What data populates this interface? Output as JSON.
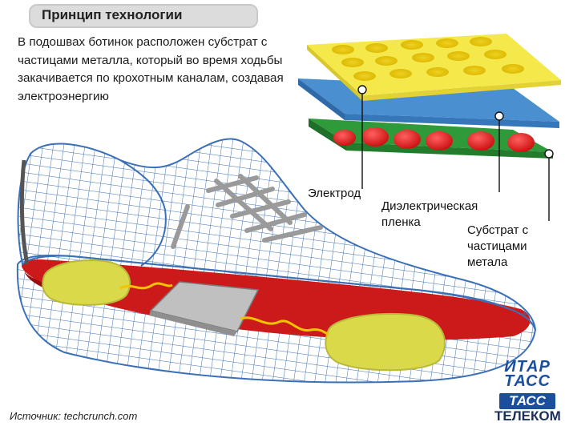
{
  "title": "Принцип технологии",
  "intro": "В подошвах ботинок расположен субстрат с частицами металла, который во время ходьбы закачивается по крохотным каналам, создавая электроэнергию",
  "labels": {
    "electrode": "Электрод",
    "dielectric": "Диэлектрическая пленка",
    "substrate": "Субстрат с частицами метала"
  },
  "source": "Источник: techcrunch.com",
  "logo": {
    "line1": "ИТАР",
    "line2": "ТАСС",
    "line3": "ТАСС",
    "line4": "ТЕЛЕКОМ"
  },
  "colors": {
    "mesh": "#3b6fb6",
    "insole": "#cc1a1a",
    "pad": "#d9d94a",
    "electrode": "#f5e84a",
    "film": "#4a8fd0",
    "substrate": "#2e9a3a",
    "particles": "#e01818"
  }
}
